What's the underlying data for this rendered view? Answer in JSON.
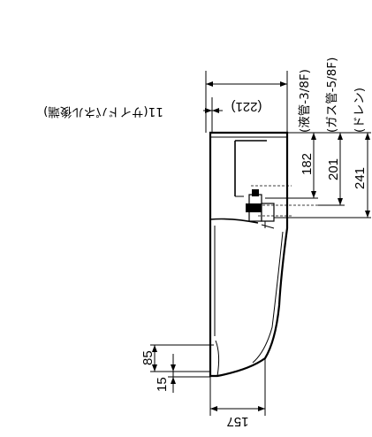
{
  "diagram": {
    "labels": {
      "liquid_pipe": "(液管-3/8F)",
      "gas_pipe": "(ガス管-5/8F)",
      "drain": "(ドレン)",
      "panel_rear": "11(サイドパネル後端)"
    },
    "dimensions": {
      "top_width": "(221)",
      "d182": "182",
      "d201": "201",
      "d241": "241",
      "d85": "85",
      "d15": "15",
      "bottom_width": "157"
    }
  }
}
